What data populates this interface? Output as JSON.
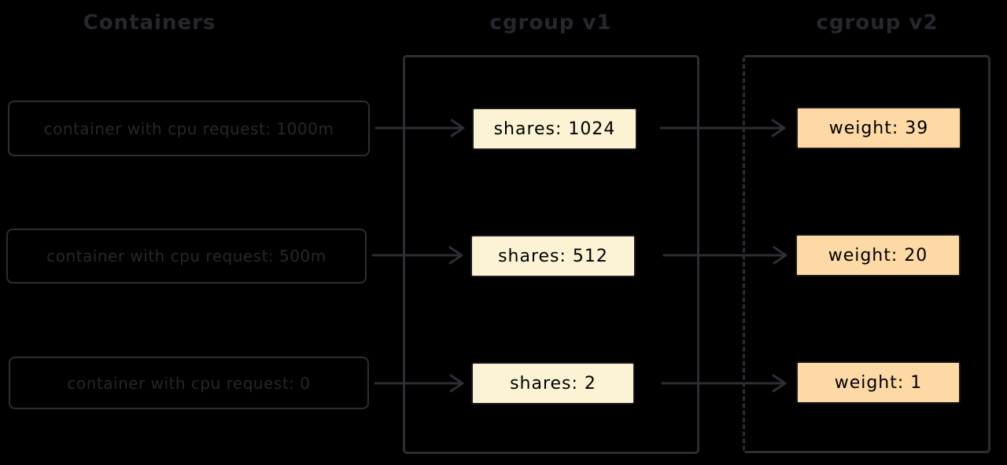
{
  "titles": {
    "left": "Containers",
    "v1": "cgroup v1",
    "v2": "cgroup v2"
  },
  "rows": [
    {
      "label": "container with cpu request: 1000m",
      "shares": "shares: 1024",
      "weight": "weight: 39"
    },
    {
      "label": "container with cpu request: 500m",
      "shares": "shares: 512",
      "weight": "weight: 20"
    },
    {
      "label": "container with cpu request: 0",
      "shares": "shares: 2",
      "weight": "weight: 1"
    }
  ],
  "colors": {
    "bg": "#000000",
    "stroke_dark": "#2d2d35",
    "ink_dark": "#26262e",
    "box_border": "#17171f",
    "box_ink": "#1d1d26",
    "v1_fill": "#fcf3d4",
    "v2_fill": "#fdd9a5"
  }
}
